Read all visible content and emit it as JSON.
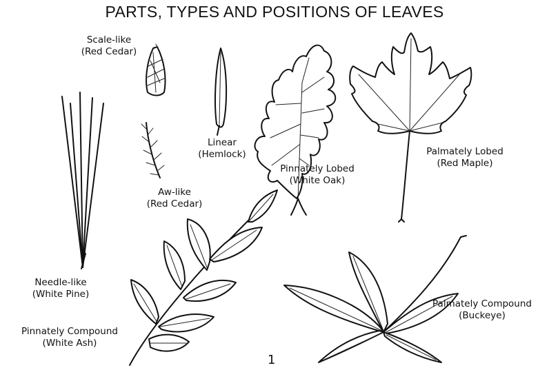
{
  "title": "PARTS, TYPES AND POSITIONS OF LEAVES",
  "page_number": "1",
  "labels": {
    "scale_like": {
      "type": "Scale-like",
      "example": "(Red Cedar)"
    },
    "aw_like": {
      "type": "Aw-like",
      "example": "(Red Cedar)"
    },
    "linear": {
      "type": "Linear",
      "example": "(Hemlock)"
    },
    "pinnately_lobed": {
      "type": "Pinnately Lobed",
      "example": "(White Oak)"
    },
    "palmately_lobed": {
      "type": "Palmately Lobed",
      "example": "(Red Maple)"
    },
    "needle_like": {
      "type": "Needle-like",
      "example": "(White Pine)"
    },
    "pinnately_compound": {
      "type": "Pinnately Compound",
      "example": "(White Ash)"
    },
    "palmately_compound": {
      "type": "Palmately Compound",
      "example": "(Buckeye)"
    }
  }
}
